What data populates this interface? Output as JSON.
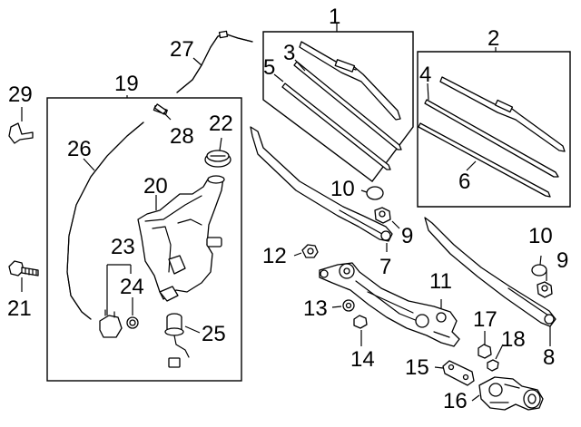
{
  "diagram": {
    "callouts": [
      {
        "id": "1",
        "label": "1"
      },
      {
        "id": "2",
        "label": "2"
      },
      {
        "id": "3",
        "label": "3"
      },
      {
        "id": "4",
        "label": "4"
      },
      {
        "id": "5",
        "label": "5"
      },
      {
        "id": "6",
        "label": "6"
      },
      {
        "id": "7",
        "label": "7"
      },
      {
        "id": "8",
        "label": "8"
      },
      {
        "id": "9a",
        "label": "9"
      },
      {
        "id": "9b",
        "label": "9"
      },
      {
        "id": "10a",
        "label": "10"
      },
      {
        "id": "10b",
        "label": "10"
      },
      {
        "id": "11",
        "label": "11"
      },
      {
        "id": "12",
        "label": "12"
      },
      {
        "id": "13",
        "label": "13"
      },
      {
        "id": "14",
        "label": "14"
      },
      {
        "id": "15",
        "label": "15"
      },
      {
        "id": "16",
        "label": "16"
      },
      {
        "id": "17",
        "label": "17"
      },
      {
        "id": "18",
        "label": "18"
      },
      {
        "id": "19",
        "label": "19"
      },
      {
        "id": "20",
        "label": "20"
      },
      {
        "id": "21",
        "label": "21"
      },
      {
        "id": "22",
        "label": "22"
      },
      {
        "id": "23",
        "label": "23"
      },
      {
        "id": "24",
        "label": "24"
      },
      {
        "id": "25",
        "label": "25"
      },
      {
        "id": "26",
        "label": "26"
      },
      {
        "id": "27",
        "label": "27"
      },
      {
        "id": "28",
        "label": "28"
      },
      {
        "id": "29",
        "label": "29"
      }
    ]
  }
}
